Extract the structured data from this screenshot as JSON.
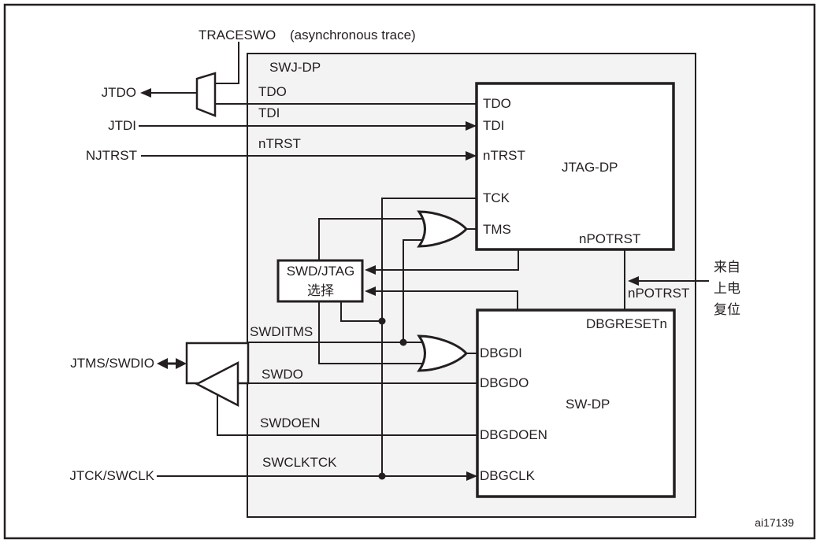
{
  "figure": {
    "id": "ai17139"
  },
  "pins": {
    "traceswo": "TRACESWO",
    "traceswo_note": "(asynchronous trace)",
    "jtdo": "JTDO",
    "jtdi": "JTDI",
    "njtrst": "NJTRST",
    "jtms_swdio": "JTMS/SWDIO",
    "jtck_swclk": "JTCK/SWCLK"
  },
  "swj_dp": {
    "title": "SWJ-DP",
    "tdo": "TDO",
    "tdi": "TDI",
    "ntrst": "nTRST",
    "swditms": "SWDITMS",
    "swdo": "SWDO",
    "swdoen": "SWDOEN",
    "swclktck": "SWCLKTCK"
  },
  "jtag_dp": {
    "title": "JTAG-DP",
    "tdo": "TDO",
    "tdi": "TDI",
    "ntrst": "nTRST",
    "tck": "TCK",
    "tms": "TMS",
    "npotrst": "nPOTRST"
  },
  "sw_dp": {
    "title": "SW-DP",
    "dbgresetn": "DBGRESETn",
    "dbgdi": "DBGDI",
    "dbgdo": "DBGDO",
    "dbgdoen": "DBGDOEN",
    "dbgclk": "DBGCLK"
  },
  "select_box": {
    "line1": "SWD/JTAG",
    "line2": "选择"
  },
  "por": {
    "signal": "nPOTRST",
    "label_line1": "来自",
    "label_line2": "上电",
    "label_line3": "复位"
  },
  "colors": {
    "ink": "#231f20",
    "panel_fill": "#f3f3f3"
  }
}
